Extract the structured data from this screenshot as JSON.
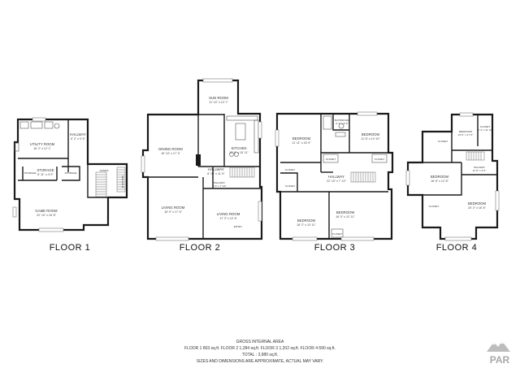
{
  "floors": [
    {
      "label": "FLOOR 1",
      "rooms": [
        {
          "name": "UTILITY ROOM",
          "dims": "16' 2\" x 12' 1\""
        },
        {
          "name": "HALLWAY",
          "dims": "6' 2\" x 9' 5\""
        },
        {
          "name": "STORAGE",
          "dims": "6' 11\" x 4' 9\""
        },
        {
          "name": "STORAGE",
          "dims": ""
        },
        {
          "name": "STORAGE",
          "dims": ""
        },
        {
          "name": "GAME ROOM",
          "dims": "22' 10\" x 16' 8\""
        },
        {
          "name": "STAIRS",
          "dims": ""
        },
        {
          "name": "WALKOUT",
          "dims": ""
        }
      ]
    },
    {
      "label": "FLOOR 2",
      "rooms": [
        {
          "name": "SUN ROOM",
          "dims": "11' 10\" x 13' 7\""
        },
        {
          "name": "DINING ROOM",
          "dims": "15' 10\" x 17' 4\""
        },
        {
          "name": "KITCHEN",
          "dims": "12' 8\" x 15' 11\""
        },
        {
          "name": "HALLWAY",
          "dims": "8' 10\" x 11' 6\""
        },
        {
          "name": "HALLWAY",
          "dims": "4' 0\" x 7' 10\""
        },
        {
          "name": "LIVING ROOM",
          "dims": "16' 9\" x 17' 5\""
        },
        {
          "name": "LIVING ROOM",
          "dims": "17' 3\" x 12' 6\""
        },
        {
          "name": "ENTRY",
          "dims": ""
        }
      ]
    },
    {
      "label": "FLOOR 3",
      "rooms": [
        {
          "name": "BEDROOM",
          "dims": "11' 11\" x 15' 9\""
        },
        {
          "name": "BATHROOM",
          "dims": "8' 1\" x 9' 6\""
        },
        {
          "name": "BEDROOM",
          "dims": "11' 8\" x 14' 10\""
        },
        {
          "name": "HALLWAY",
          "dims": "22' 10\" x 7' 10\""
        },
        {
          "name": "BEDROOM",
          "dims": "18' 2\" x 13' 11\""
        },
        {
          "name": "BEDROOM",
          "dims": "16' 0\" x 12' 11\""
        },
        {
          "name": "CLOSET",
          "dims": ""
        },
        {
          "name": "CLOSET",
          "dims": ""
        },
        {
          "name": "CLOSET",
          "dims": ""
        },
        {
          "name": "CLOSET",
          "dims": ""
        },
        {
          "name": "CLOSET",
          "dims": ""
        }
      ]
    },
    {
      "label": "FLOOR 4",
      "rooms": [
        {
          "name": "BEDROOM",
          "dims": "13' 0\" x 17' 6\""
        },
        {
          "name": "CLOSET",
          "dims": "4' 4\" x 11' 11\""
        },
        {
          "name": "BEDROOM",
          "dims": "16' 6\" x 12' 8\""
        },
        {
          "name": "HALLWAY",
          "dims": "11' 8\" x 3' 6\""
        },
        {
          "name": "BEDROOM",
          "dims": "20' 2\" x 16' 6\""
        },
        {
          "name": "CLOSET",
          "dims": ""
        },
        {
          "name": "CLOSET",
          "dims": ""
        }
      ]
    }
  ],
  "summary": {
    "title": "GROSS INTERNAL AREA",
    "line1": "FLOOR 1 803 sq.ft.    FLOOR 2 1,284 sq.ft.    FLOOR 3 1,202 sq.ft.    FLOOR 4 690 sq.ft.",
    "total": "TOTAL :   3,980 sq.ft.",
    "note": "SIZES AND DIMENSIONS ARE APPROXIMATE, ACTUAL MAY VARY."
  },
  "logo": {
    "text": "PAR",
    "icon": "mountain-logo-icon"
  }
}
